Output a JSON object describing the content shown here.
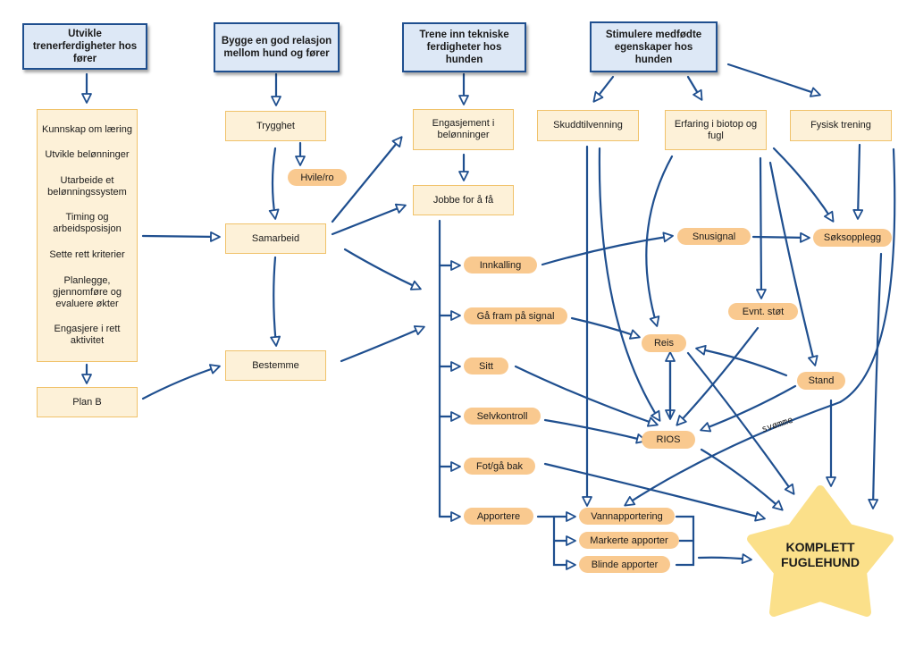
{
  "headers": {
    "h1": "Utvikle trenerferdigheter hos fører",
    "h2": "Bygge en god relasjon mellom hund og fører",
    "h3": "Trene inn tekniske ferdigheter hos hunden",
    "h4": "Stimulere medfødte egenskaper hos hunden"
  },
  "col1": {
    "items": [
      "Kunnskap om læring",
      "Utvikle belønninger",
      "Utarbeide et belønningssystem",
      "Timing og arbeidsposisjon",
      "Sette rett kriterier",
      "Planlegge, gjennomføre og evaluere økter",
      "Engasjere i rett aktivitet"
    ],
    "plan_b": "Plan B"
  },
  "col2": {
    "trygghet": "Trygghet",
    "hvile": "Hvile/ro",
    "samarbeid": "Samarbeid",
    "bestemme": "Bestemme"
  },
  "col3": {
    "engasjement": "Engasjement i belønninger",
    "jobbe": "Jobbe for å få",
    "skills": [
      "Innkalling",
      "Gå fram på signal",
      "Sitt",
      "Selvkontroll",
      "Fot/gå bak",
      "Apportere"
    ]
  },
  "col4": {
    "skuddtilvenning": "Skuddtilvenning",
    "erfaring": "Erfaring i biotop og fugl",
    "fysisk": "Fysisk trening",
    "snusignal": "Snusignal",
    "soksopplegg": "Søksopplegg",
    "evnt_stot": "Evnt. støt",
    "reis": "Reis",
    "stand": "Stand",
    "rios": "RIOS",
    "vannapportering": "Vannapportering",
    "markerte": "Markerte apporter",
    "blinde": "Blinde apporter",
    "svomme": "svømme"
  },
  "goal": "KOMPLETT FUGLEHUND",
  "colors": {
    "arrow": "#1f4f8f",
    "header_fill": "#dde8f6",
    "box_fill": "#fdf1d8",
    "box_border": "#f0c26a",
    "pill_fill": "#f9c98f",
    "star_fill": "#fbe08a"
  }
}
